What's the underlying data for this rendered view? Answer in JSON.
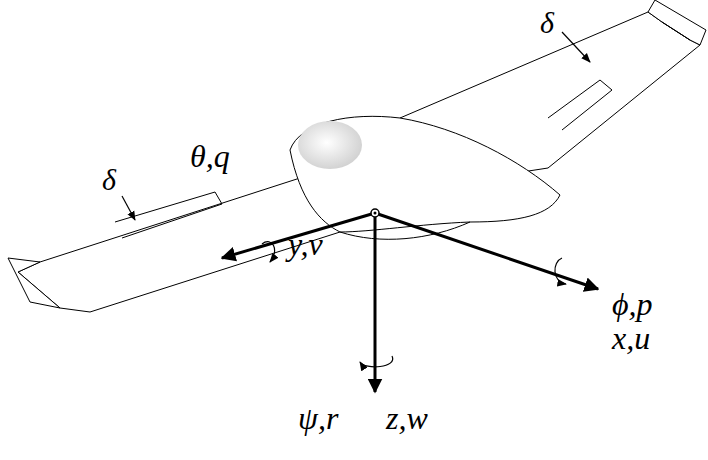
{
  "diagram": {
    "labels": [
      "δ",
      "δ",
      "θ,q",
      "y,v",
      "ϕ,p",
      "x,u",
      "ψ,r",
      "z,w"
    ]
  }
}
